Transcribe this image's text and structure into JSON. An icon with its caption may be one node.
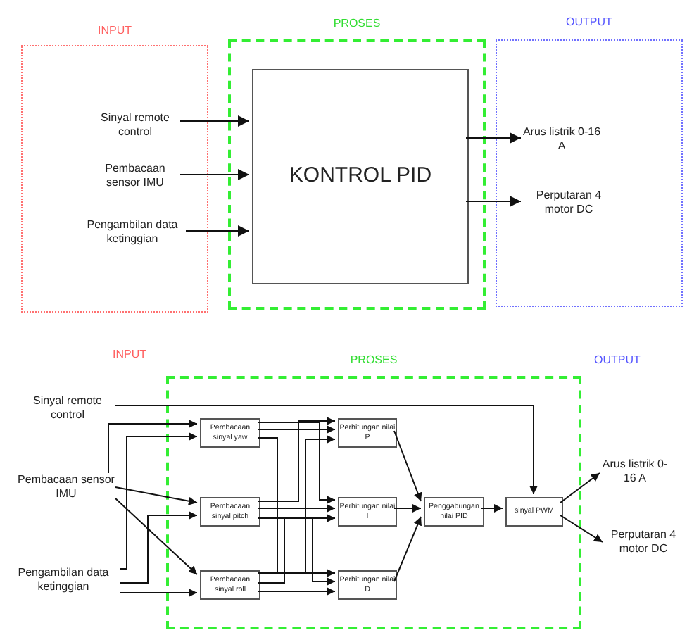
{
  "diagram": {
    "nodes": [
      {
        "text": [
          "INPUT"
        ]
      },
      {
        "text": [
          "PROSES"
        ]
      },
      {
        "text": [
          "OUTPUT"
        ]
      },
      {
        "text": [
          "Sinyal remote control"
        ],
        "in": 0
      },
      {
        "text": [
          "Pembacaan sensor IMU"
        ],
        "in": 0
      },
      {
        "text": [
          "Pengambilan data ketinggian"
        ],
        "in": 0
      },
      {
        "text": [
          "KONTROL PID"
        ],
        "in": 1
      },
      {
        "text": [
          "Arus listrik 0-16 A"
        ],
        "in": 2
      },
      {
        "text": [
          "Perputaran 4 motor DC"
        ],
        "in": 2
      },
      {
        "text": [
          "PROSES"
        ]
      },
      {
        "text": [
          "Sinyal remote control"
        ]
      },
      {
        "text": [
          "Pembacaan sensor IMU"
        ]
      },
      {
        "text": [
          "Pengambilan data ketinggian"
        ]
      },
      {
        "text": [
          "Pembacaan sinyal yaw"
        ],
        "in": 9
      },
      {
        "text": [
          "Pembacaan sinyal pitch"
        ],
        "in": 9
      },
      {
        "text": [
          "Pembacaan sinyal roll"
        ],
        "in": 9
      },
      {
        "text": [
          "Perhitungan nilai P"
        ],
        "in": 9
      },
      {
        "text": [
          "Perhitungan nilai I"
        ],
        "in": 9
      },
      {
        "text": [
          "Perhitungan nilai D"
        ],
        "in": 9
      },
      {
        "text": [
          "Penggabungan nilai PID"
        ],
        "in": 9
      },
      {
        "text": [
          "sinyal PWM"
        ],
        "in": 9
      },
      {
        "text": [
          "Arus listrik 0-16 A"
        ]
      },
      {
        "text": [
          "Perputaran 4 motor DC"
        ]
      }
    ],
    "edges": [
      {
        "from": 3,
        "to": 6,
        "arrow": "to"
      },
      {
        "from": 4,
        "to": 6,
        "arrow": "to"
      },
      {
        "from": 5,
        "to": 6,
        "arrow": "to"
      },
      {
        "from": 6,
        "to": 7,
        "arrow": "to"
      },
      {
        "from": 6,
        "to": 8,
        "arrow": "to"
      },
      {
        "from": 10,
        "to": 20,
        "arrow": "to"
      },
      {
        "from": 11,
        "to": 13,
        "arrow": "to"
      },
      {
        "from": 12,
        "to": 13,
        "arrow": "to"
      },
      {
        "from": 11,
        "to": 14,
        "arrow": "to"
      },
      {
        "from": 12,
        "to": 14,
        "arrow": "to"
      },
      {
        "from": 11,
        "to": 15,
        "arrow": "to"
      },
      {
        "from": 12,
        "to": 15,
        "arrow": "to"
      },
      {
        "from": 13,
        "to": 16,
        "arrow": "to"
      },
      {
        "from": 13,
        "to": 17,
        "arrow": "to"
      },
      {
        "from": 13,
        "to": 18,
        "arrow": "to"
      },
      {
        "from": 14,
        "to": 16,
        "arrow": "to"
      },
      {
        "from": 14,
        "to": 17,
        "arrow": "to"
      },
      {
        "from": 14,
        "to": 18,
        "arrow": "to"
      },
      {
        "from": 15,
        "to": 16,
        "arrow": "to"
      },
      {
        "from": 15,
        "to": 17,
        "arrow": "to"
      },
      {
        "from": 15,
        "to": 18,
        "arrow": "to"
      },
      {
        "from": 16,
        "to": 19,
        "arrow": "to"
      },
      {
        "from": 17,
        "to": 19,
        "arrow": "to"
      },
      {
        "from": 18,
        "to": 19,
        "arrow": "to"
      },
      {
        "from": 19,
        "to": 20,
        "arrow": "to"
      },
      {
        "from": 20,
        "to": 21,
        "arrow": "to"
      },
      {
        "from": 20,
        "to": 22,
        "arrow": "to"
      }
    ],
    "labels": [
      "INPUT",
      "OUTPUT"
    ]
  }
}
